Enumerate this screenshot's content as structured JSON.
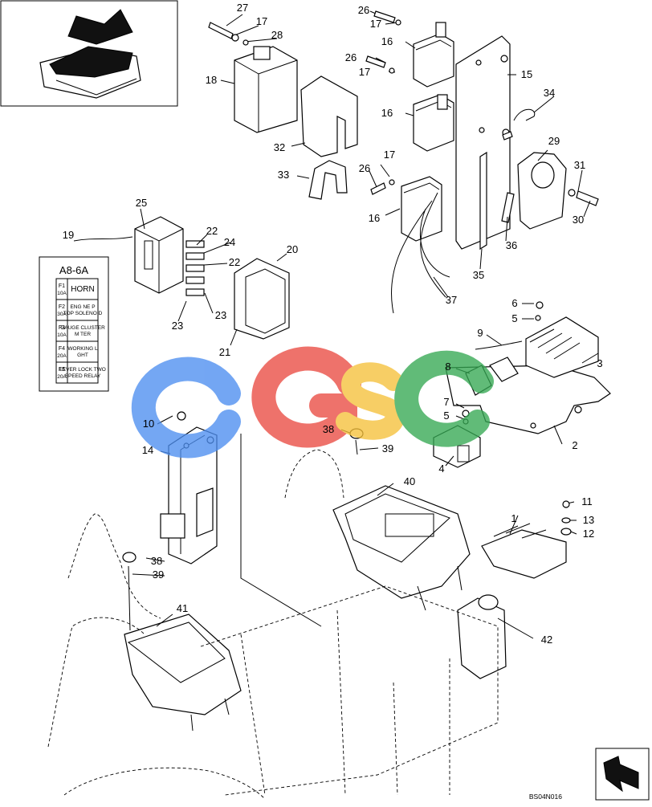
{
  "callouts": [
    "27",
    "17",
    "28",
    "26",
    "17",
    "16",
    "26",
    "17",
    "15",
    "18",
    "34",
    "16",
    "32",
    "17",
    "26",
    "29",
    "31",
    "33",
    "16",
    "30",
    "25",
    "19",
    "22",
    "24",
    "22",
    "20",
    "36",
    "35",
    "37",
    "23",
    "23",
    "21",
    "6",
    "5",
    "9",
    "3",
    "8",
    "7",
    "5",
    "2",
    "10",
    "38",
    "39",
    "4",
    "14",
    "40",
    "11",
    "13",
    "12",
    "1",
    "38",
    "39",
    "41",
    "42"
  ],
  "fuse_table": {
    "title": "A8-6A",
    "rows": [
      {
        "fuse": "F1",
        "amp": "10A",
        "label": "HORN"
      },
      {
        "fuse": "F2",
        "amp": "30A",
        "label": "ENG NE P TOP SOLENO D"
      },
      {
        "fuse": "F3",
        "amp": "10A",
        "label": "GAUGE CLUSTER M TER"
      },
      {
        "fuse": "F4",
        "amp": "20A",
        "label": "WORKING L GHT"
      },
      {
        "fuse": "F5",
        "amp": "20A",
        "label": "LEVER LOCK TWO SPEED RELAY"
      }
    ]
  },
  "watermark": {
    "letters": [
      "C",
      "G",
      "S",
      "C"
    ],
    "colors": [
      "#4d8ef0",
      "#ea4b42",
      "#f6c13a",
      "#35a853"
    ]
  },
  "drawing_code": "BS04N016",
  "colors": {
    "line": "#000000",
    "background": "#ffffff"
  }
}
